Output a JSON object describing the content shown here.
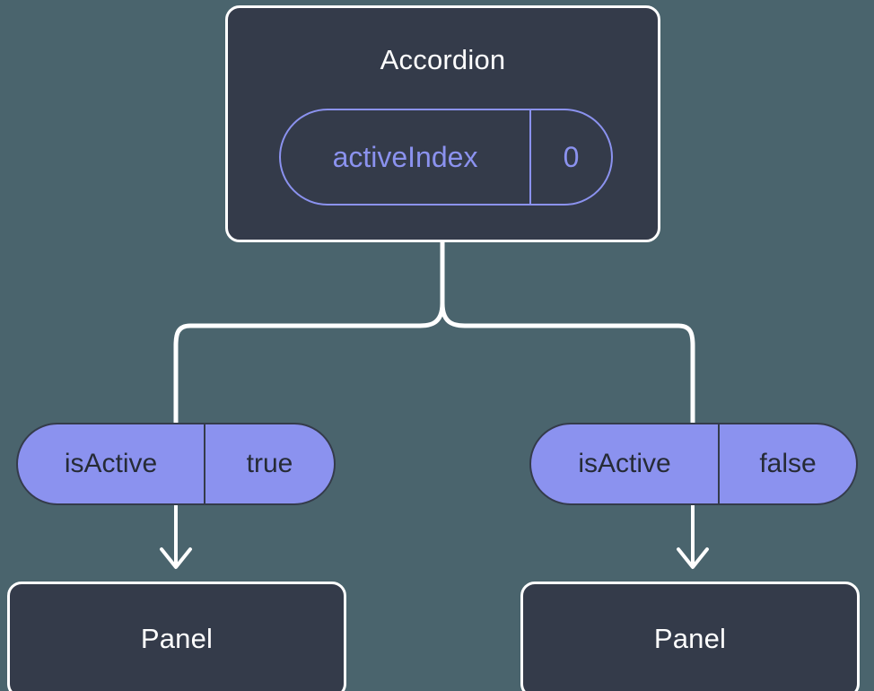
{
  "diagram": {
    "type": "component-tree",
    "background_color": "#4a646d",
    "node_fill_color": "#343b4a",
    "node_border_color": "#ffffff",
    "accent_color": "#8b92ef",
    "connector_color": "#ffffff",
    "root": {
      "title": "Accordion",
      "state_pill": {
        "key": "activeIndex",
        "value": "0"
      }
    },
    "branches": [
      {
        "prop_pill": {
          "key": "isActive",
          "value": "true"
        },
        "child": {
          "title": "Panel"
        }
      },
      {
        "prop_pill": {
          "key": "isActive",
          "value": "false"
        },
        "child": {
          "title": "Panel"
        }
      }
    ]
  }
}
